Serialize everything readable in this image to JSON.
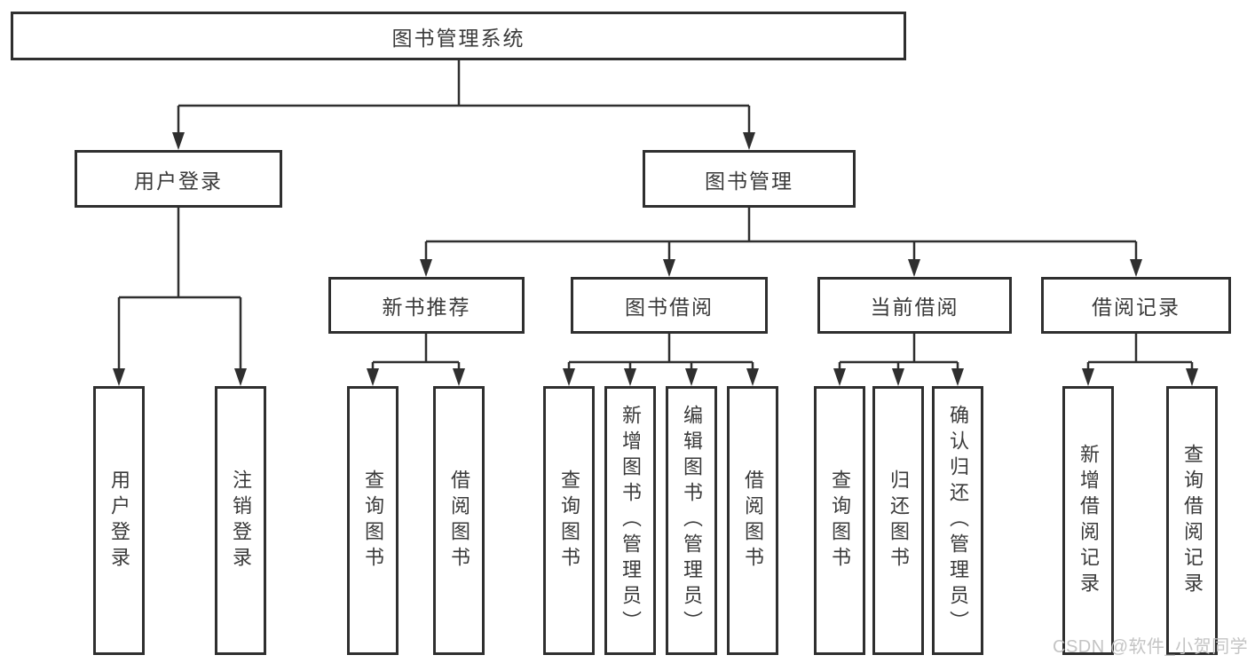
{
  "colors": {
    "line": "#2f2f2f",
    "box_border": "#2f2f2f",
    "text": "#3a3a3a",
    "background": "#ffffff",
    "watermark": "#c1c1c1"
  },
  "tree": {
    "root": {
      "label": "图书管理系统"
    },
    "level2": [
      {
        "id": "user-login",
        "label": "用户登录"
      },
      {
        "id": "book-management",
        "label": "图书管理"
      }
    ],
    "level3": [
      {
        "id": "new-book-recommend",
        "label": "新书推荐"
      },
      {
        "id": "book-borrow",
        "label": "图书借阅"
      },
      {
        "id": "current-borrow",
        "label": "当前借阅"
      },
      {
        "id": "borrow-records",
        "label": "借阅记录"
      }
    ],
    "leaves": [
      {
        "id": "user-login-leaf",
        "parent": "user-login",
        "label": "用户登录"
      },
      {
        "id": "logout",
        "parent": "user-login",
        "label": "注销登录"
      },
      {
        "id": "query-book-1",
        "parent": "new-book-recommend",
        "label": "查询图书"
      },
      {
        "id": "borrow-book-1",
        "parent": "new-book-recommend",
        "label": "借阅图书"
      },
      {
        "id": "query-book-2",
        "parent": "book-borrow",
        "label": "查询图书"
      },
      {
        "id": "add-book-admin",
        "parent": "book-borrow",
        "label": "新增图书（管理员）"
      },
      {
        "id": "edit-book-admin",
        "parent": "book-borrow",
        "label": "编辑图书（管理员）"
      },
      {
        "id": "borrow-book-2",
        "parent": "book-borrow",
        "label": "借阅图书"
      },
      {
        "id": "query-book-3",
        "parent": "current-borrow",
        "label": "查询图书"
      },
      {
        "id": "return-book",
        "parent": "current-borrow",
        "label": "归还图书"
      },
      {
        "id": "confirm-return-admin",
        "parent": "current-borrow",
        "label": "确认归还（管理员）"
      },
      {
        "id": "add-borrow-record",
        "parent": "borrow-records",
        "label": "新增借阅记录"
      },
      {
        "id": "query-borrow-record",
        "parent": "borrow-records",
        "label": "查询借阅记录"
      }
    ]
  },
  "watermark": {
    "text": "CSDN @软件_小贺同学"
  }
}
